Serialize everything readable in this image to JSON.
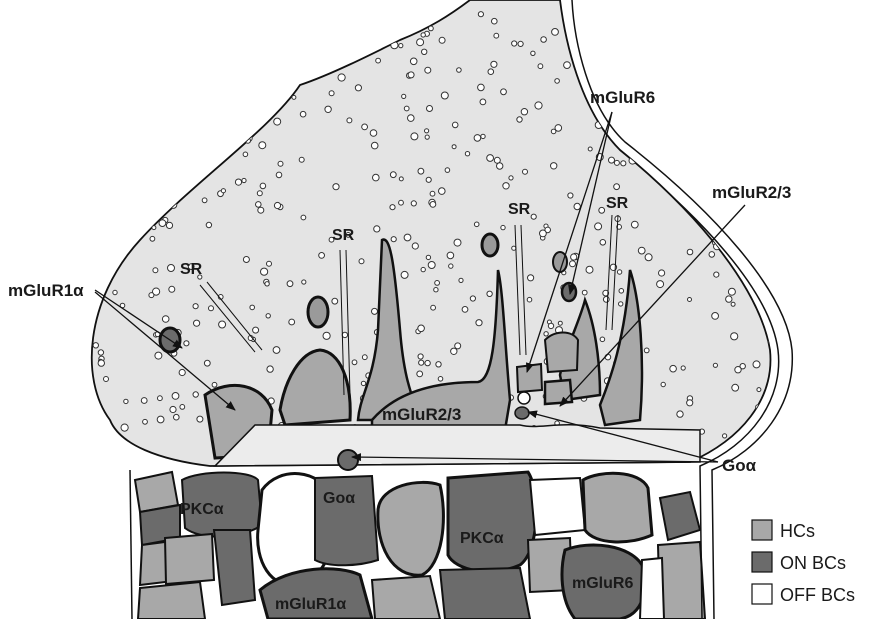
{
  "labels": {
    "mglur1a": "mGluR1α",
    "mglur6": "mGluR6",
    "mglur23_top": "mGluR2/3",
    "mglur23_center": "mGluR2/3",
    "goa_right": "Goα",
    "sr1": "SR",
    "sr2": "SR",
    "sr3": "SR",
    "sr4": "SR",
    "pkca_left": "PKCα",
    "goa_bottom": "Goα",
    "pkca_center": "PKCα",
    "mglur6_bottom": "mGluR6",
    "mglur1a_bottom": "mGluR1α"
  },
  "legend": [
    {
      "label": "HCs",
      "color": "#a8a8a8"
    },
    {
      "label": "ON BCs",
      "color": "#6b6b6b"
    },
    {
      "label": "OFF BCs",
      "color": "#ffffff"
    }
  ],
  "colors": {
    "terminal": "#e4e4e4",
    "hc": "#a8a8a8",
    "onbc": "#6b6b6b",
    "offbc": "#ffffff",
    "outline": "#111111"
  }
}
